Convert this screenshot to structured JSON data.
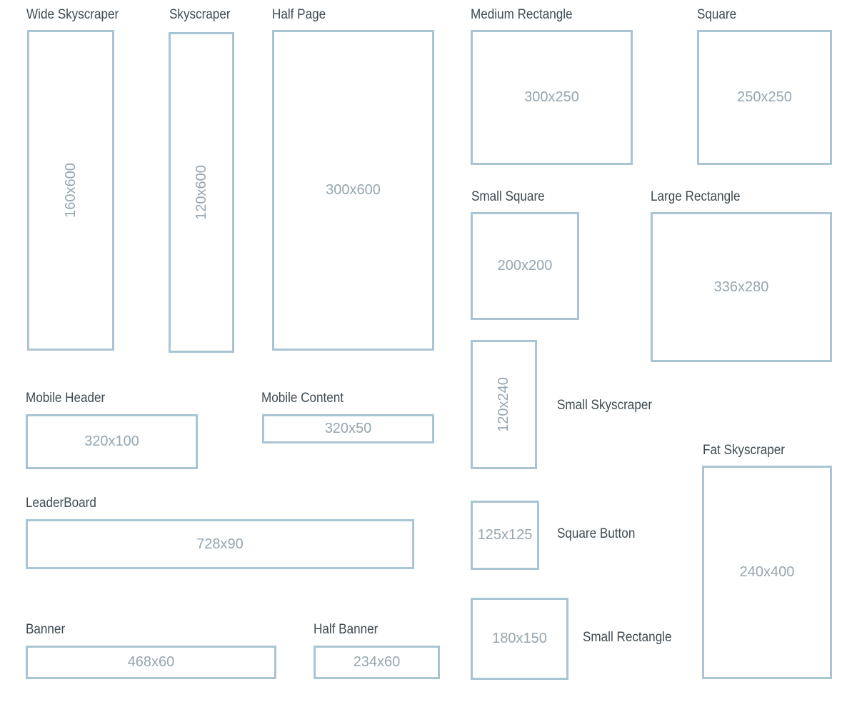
{
  "ads": [
    {
      "name": "Wide Skyscraper",
      "size": "160x600"
    },
    {
      "name": "Skyscraper",
      "size": "120x600"
    },
    {
      "name": "Half Page",
      "size": "300x600"
    },
    {
      "name": "Medium Rectangle",
      "size": "300x250"
    },
    {
      "name": "Square",
      "size": "250x250"
    },
    {
      "name": "Small Square",
      "size": "200x200"
    },
    {
      "name": "Large Rectangle",
      "size": "336x280"
    },
    {
      "name": "Small Skyscraper",
      "size": "120x240"
    },
    {
      "name": "Fat Skyscraper",
      "size": "240x400"
    },
    {
      "name": "Square Button",
      "size": "125x125"
    },
    {
      "name": "Small Rectangle",
      "size": "180x150"
    },
    {
      "name": "Mobile Header",
      "size": "320x100"
    },
    {
      "name": "Mobile Content",
      "size": "320x50"
    },
    {
      "name": "LeaderBoard",
      "size": "728x90"
    },
    {
      "name": "Banner",
      "size": "468x60"
    },
    {
      "name": "Half Banner",
      "size": "234x60"
    }
  ],
  "colors": {
    "border": "#a9c4d2",
    "label": "#3e4a52",
    "dimension": "#95a6b0"
  }
}
